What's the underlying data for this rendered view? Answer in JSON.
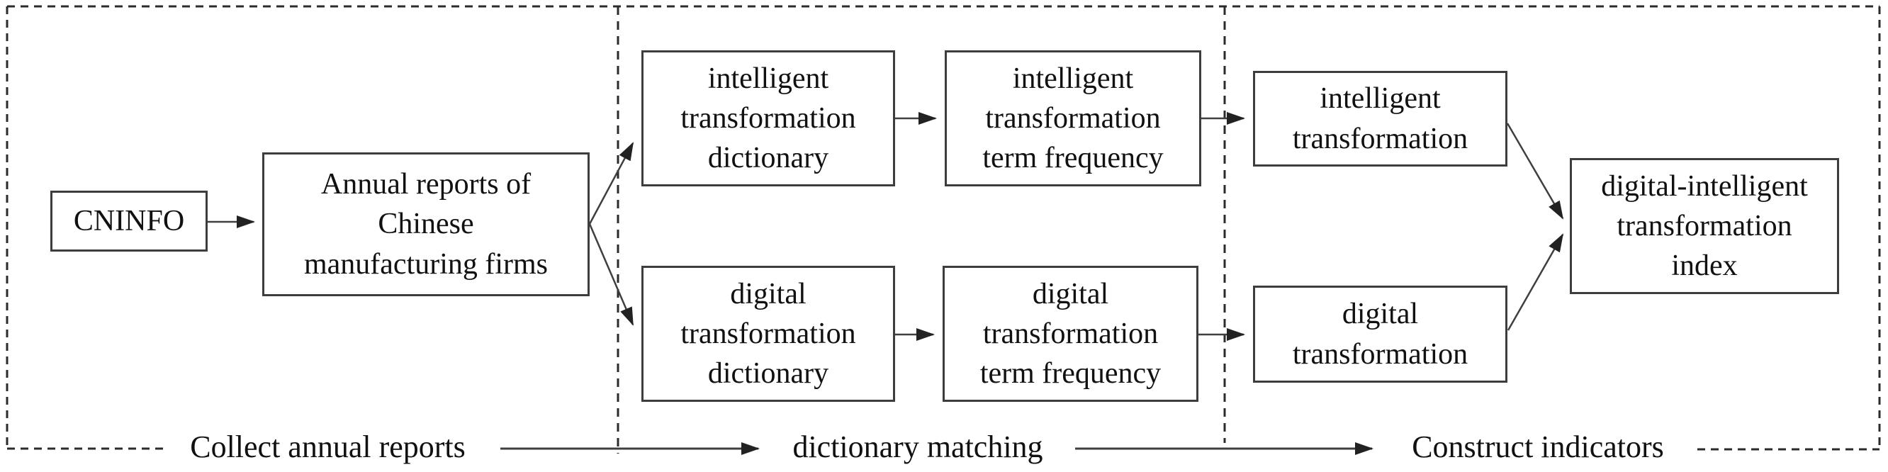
{
  "boxes": {
    "cninfo": "CNINFO",
    "annual_reports": "Annual reports of\nChinese\nmanufacturing firms",
    "intelligent_dictionary": "intelligent\ntransformation\ndictionary",
    "intelligent_term_frequency": "intelligent\ntransformation\nterm frequency",
    "digital_dictionary": "digital\ntransformation\ndictionary",
    "digital_term_frequency": "digital\ntransformation\nterm frequency",
    "intelligent_transformation": "intelligent\ntransformation",
    "digital_transformation": "digital\ntransformation",
    "index": "digital-intelligent\ntransformation\nindex"
  },
  "stage_labels": {
    "collect": "Collect annual reports",
    "matching": "dictionary matching",
    "construct": "Construct indicators"
  },
  "colors": {
    "box_border": "#3d3d3d",
    "line": "#3f3f3f",
    "dashed_border": "#2b2b2b",
    "text": "#111111",
    "background": "#ffffff"
  }
}
